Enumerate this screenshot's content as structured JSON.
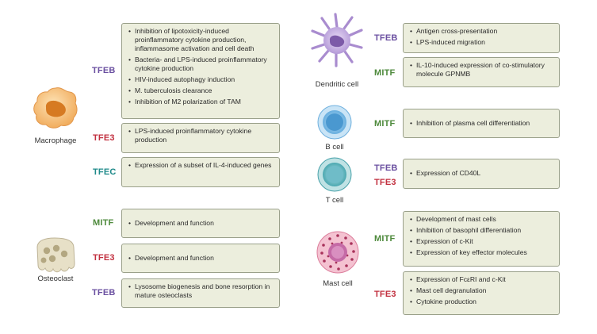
{
  "cells": {
    "macrophage": "Macrophage",
    "osteoclast": "Osteoclast",
    "dendritic": "Dendritic cell",
    "bcell": "B cell",
    "tcell": "T cell",
    "mast": "Mast cell"
  },
  "factor_names": {
    "tfeb": "TFEB",
    "tfe3": "TFE3",
    "tfec": "TFEC",
    "mitf": "MITF"
  },
  "colors": {
    "tfeb": "#6a4fa0",
    "tfe3": "#c2303f",
    "tfec": "#1f8a8a",
    "mitf": "#4e8a3c",
    "box_fill": "#eceedd",
    "box_border": "#9aa08a"
  },
  "icons": {
    "macrophage": "macrophage-icon",
    "osteoclast": "osteoclast-icon",
    "dendritic": "dendritic-cell-icon",
    "bcell": "b-cell-icon",
    "tcell": "t-cell-icon",
    "mast": "mast-cell-icon"
  },
  "boxes": {
    "mac_tfeb": [
      "Inhibition of lipotoxicity-induced proinflammatory cytokine production, inflammasome activation and cell death",
      "Bacteria- and LPS-induced proinflammatory cytokine production",
      "HIV-induced autophagy induction",
      "M. tuberculosis clearance",
      "Inhibition of M2 polarization of TAM"
    ],
    "mac_tfe3": [
      "LPS-induced proinflammatory cytokine production"
    ],
    "mac_tfec": [
      "Expression of a subset of IL-4-induced genes"
    ],
    "ost_mitf": [
      "Development and function"
    ],
    "ost_tfe3": [
      "Development and function"
    ],
    "ost_tfeb": [
      "Lysosome biogenesis and bone resorption in mature osteoclasts"
    ],
    "dc_tfeb": [
      "Antigen cross-presentation",
      "LPS-induced migration"
    ],
    "dc_mitf": [
      "IL-10-induced expression of co-stimulatory molecule GPNMB"
    ],
    "b_mitf": [
      "Inhibition of plasma cell differentiation"
    ],
    "t_tfeb_tfe3": [
      "Expression of CD40L"
    ],
    "mast_mitf": [
      "Development of mast cells",
      "Inhibition of basophil differentiation",
      "Expression of c-Kit",
      "Expression of key effector molecules"
    ],
    "mast_tfe3": [
      "Expression of FcεRI and c-Kit",
      "Mast cell degranulation",
      "Cytokine production"
    ]
  }
}
